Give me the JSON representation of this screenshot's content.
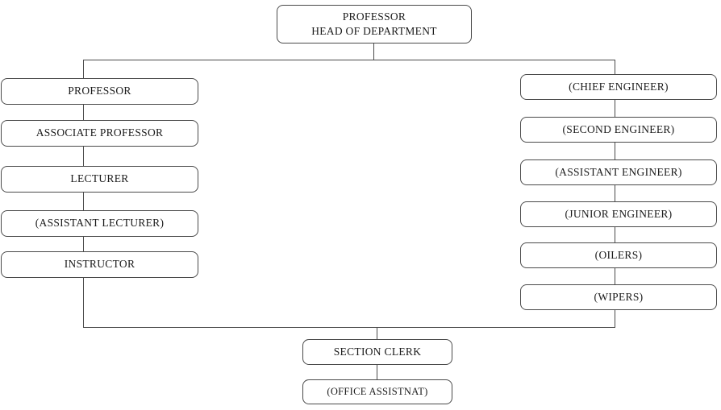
{
  "root": {
    "line1": "PROFESSOR",
    "line2": "HEAD OF DEPARTMENT"
  },
  "left_branch": [
    "PROFESSOR",
    "ASSOCIATE PROFESSOR",
    "LECTURER",
    "(ASSISTANT LECTURER)",
    "INSTRUCTOR"
  ],
  "right_branch": [
    "(CHIEF ENGINEER)",
    "(SECOND ENGINEER)",
    "(ASSISTANT ENGINEER)",
    "(JUNIOR ENGINEER)",
    "(OILERS)",
    "(WIPERS)"
  ],
  "bottom_branch": [
    "SECTION CLERK",
    "(OFFICE ASSISTNAT)"
  ],
  "colors": {
    "background": "#ffffff",
    "border": "#4a4a4a",
    "line": "#4a4a4a",
    "text": "#1a1a1a"
  }
}
